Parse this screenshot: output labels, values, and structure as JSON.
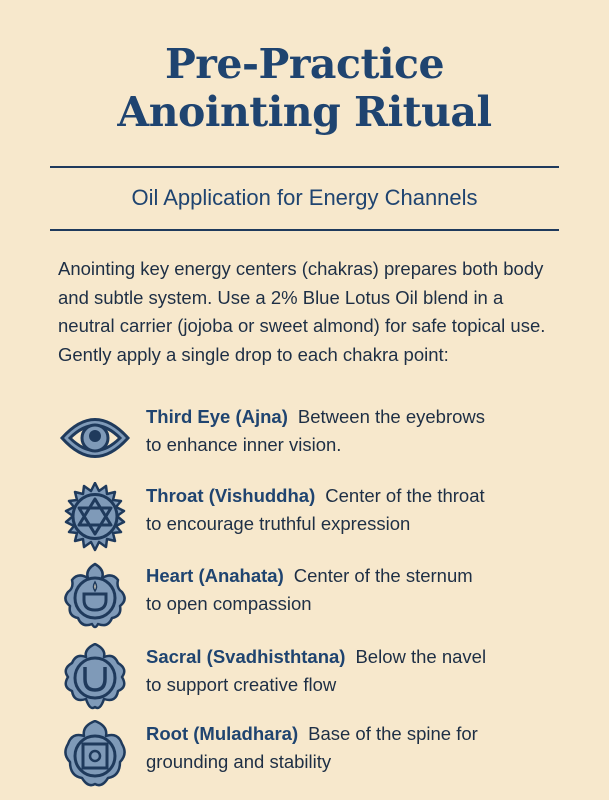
{
  "header": {
    "title_line1": "Pre-Practice",
    "title_line2": "Anointing Ritual",
    "subtitle": "Oil Application for Energy Channels"
  },
  "intro": "Anointing key energy centers (chakras) prepares both body and subtle system. Use a 2% Blue Lotus Oil blend in a neutral carrier (jojoba or sweet almond) for safe topical use. Gently apply a single drop to each chakra point:",
  "colors": {
    "background": "#f7e8cc",
    "text": "#1e2f45",
    "accent": "#1f4470",
    "icon_fill": "#7f9ab8",
    "icon_stroke": "#1f3a5c"
  },
  "chakras": [
    {
      "icon": "eye-icon",
      "name": "Third Eye (Ajna)",
      "location": "Between the eyebrows",
      "purpose": "to enhance inner vision."
    },
    {
      "icon": "star-of-david-lotus-icon",
      "name": "Throat (Vishuddha)",
      "location": "Center of the throat",
      "purpose": "to encourage truthful expression"
    },
    {
      "icon": "lamp-lotus-icon",
      "name": "Heart (Anahata)",
      "location": "Center of the sternum",
      "purpose": "to open compassion"
    },
    {
      "icon": "crescent-lotus-icon",
      "name": "Sacral (Svadhisthtana)",
      "location": "Below the navel",
      "purpose": "to support creative flow"
    },
    {
      "icon": "square-lotus-icon",
      "name": "Root (Muladhara)",
      "location": "Base of the spine for",
      "purpose": "grounding and stability"
    }
  ]
}
